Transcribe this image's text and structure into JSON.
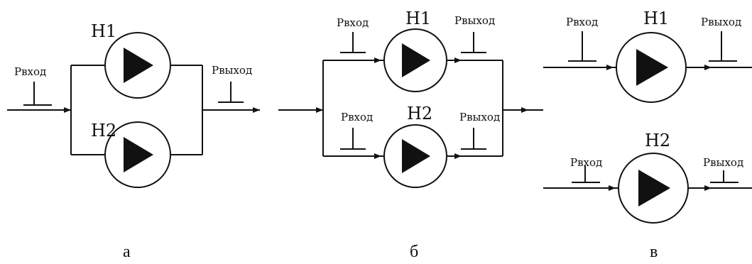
{
  "labels": {
    "pump_1": "H1",
    "pump_2": "H2",
    "p_in": "Pвход",
    "p_out": "Pвыход"
  },
  "captions": {
    "a": "а",
    "b": "б",
    "c": "в"
  }
}
